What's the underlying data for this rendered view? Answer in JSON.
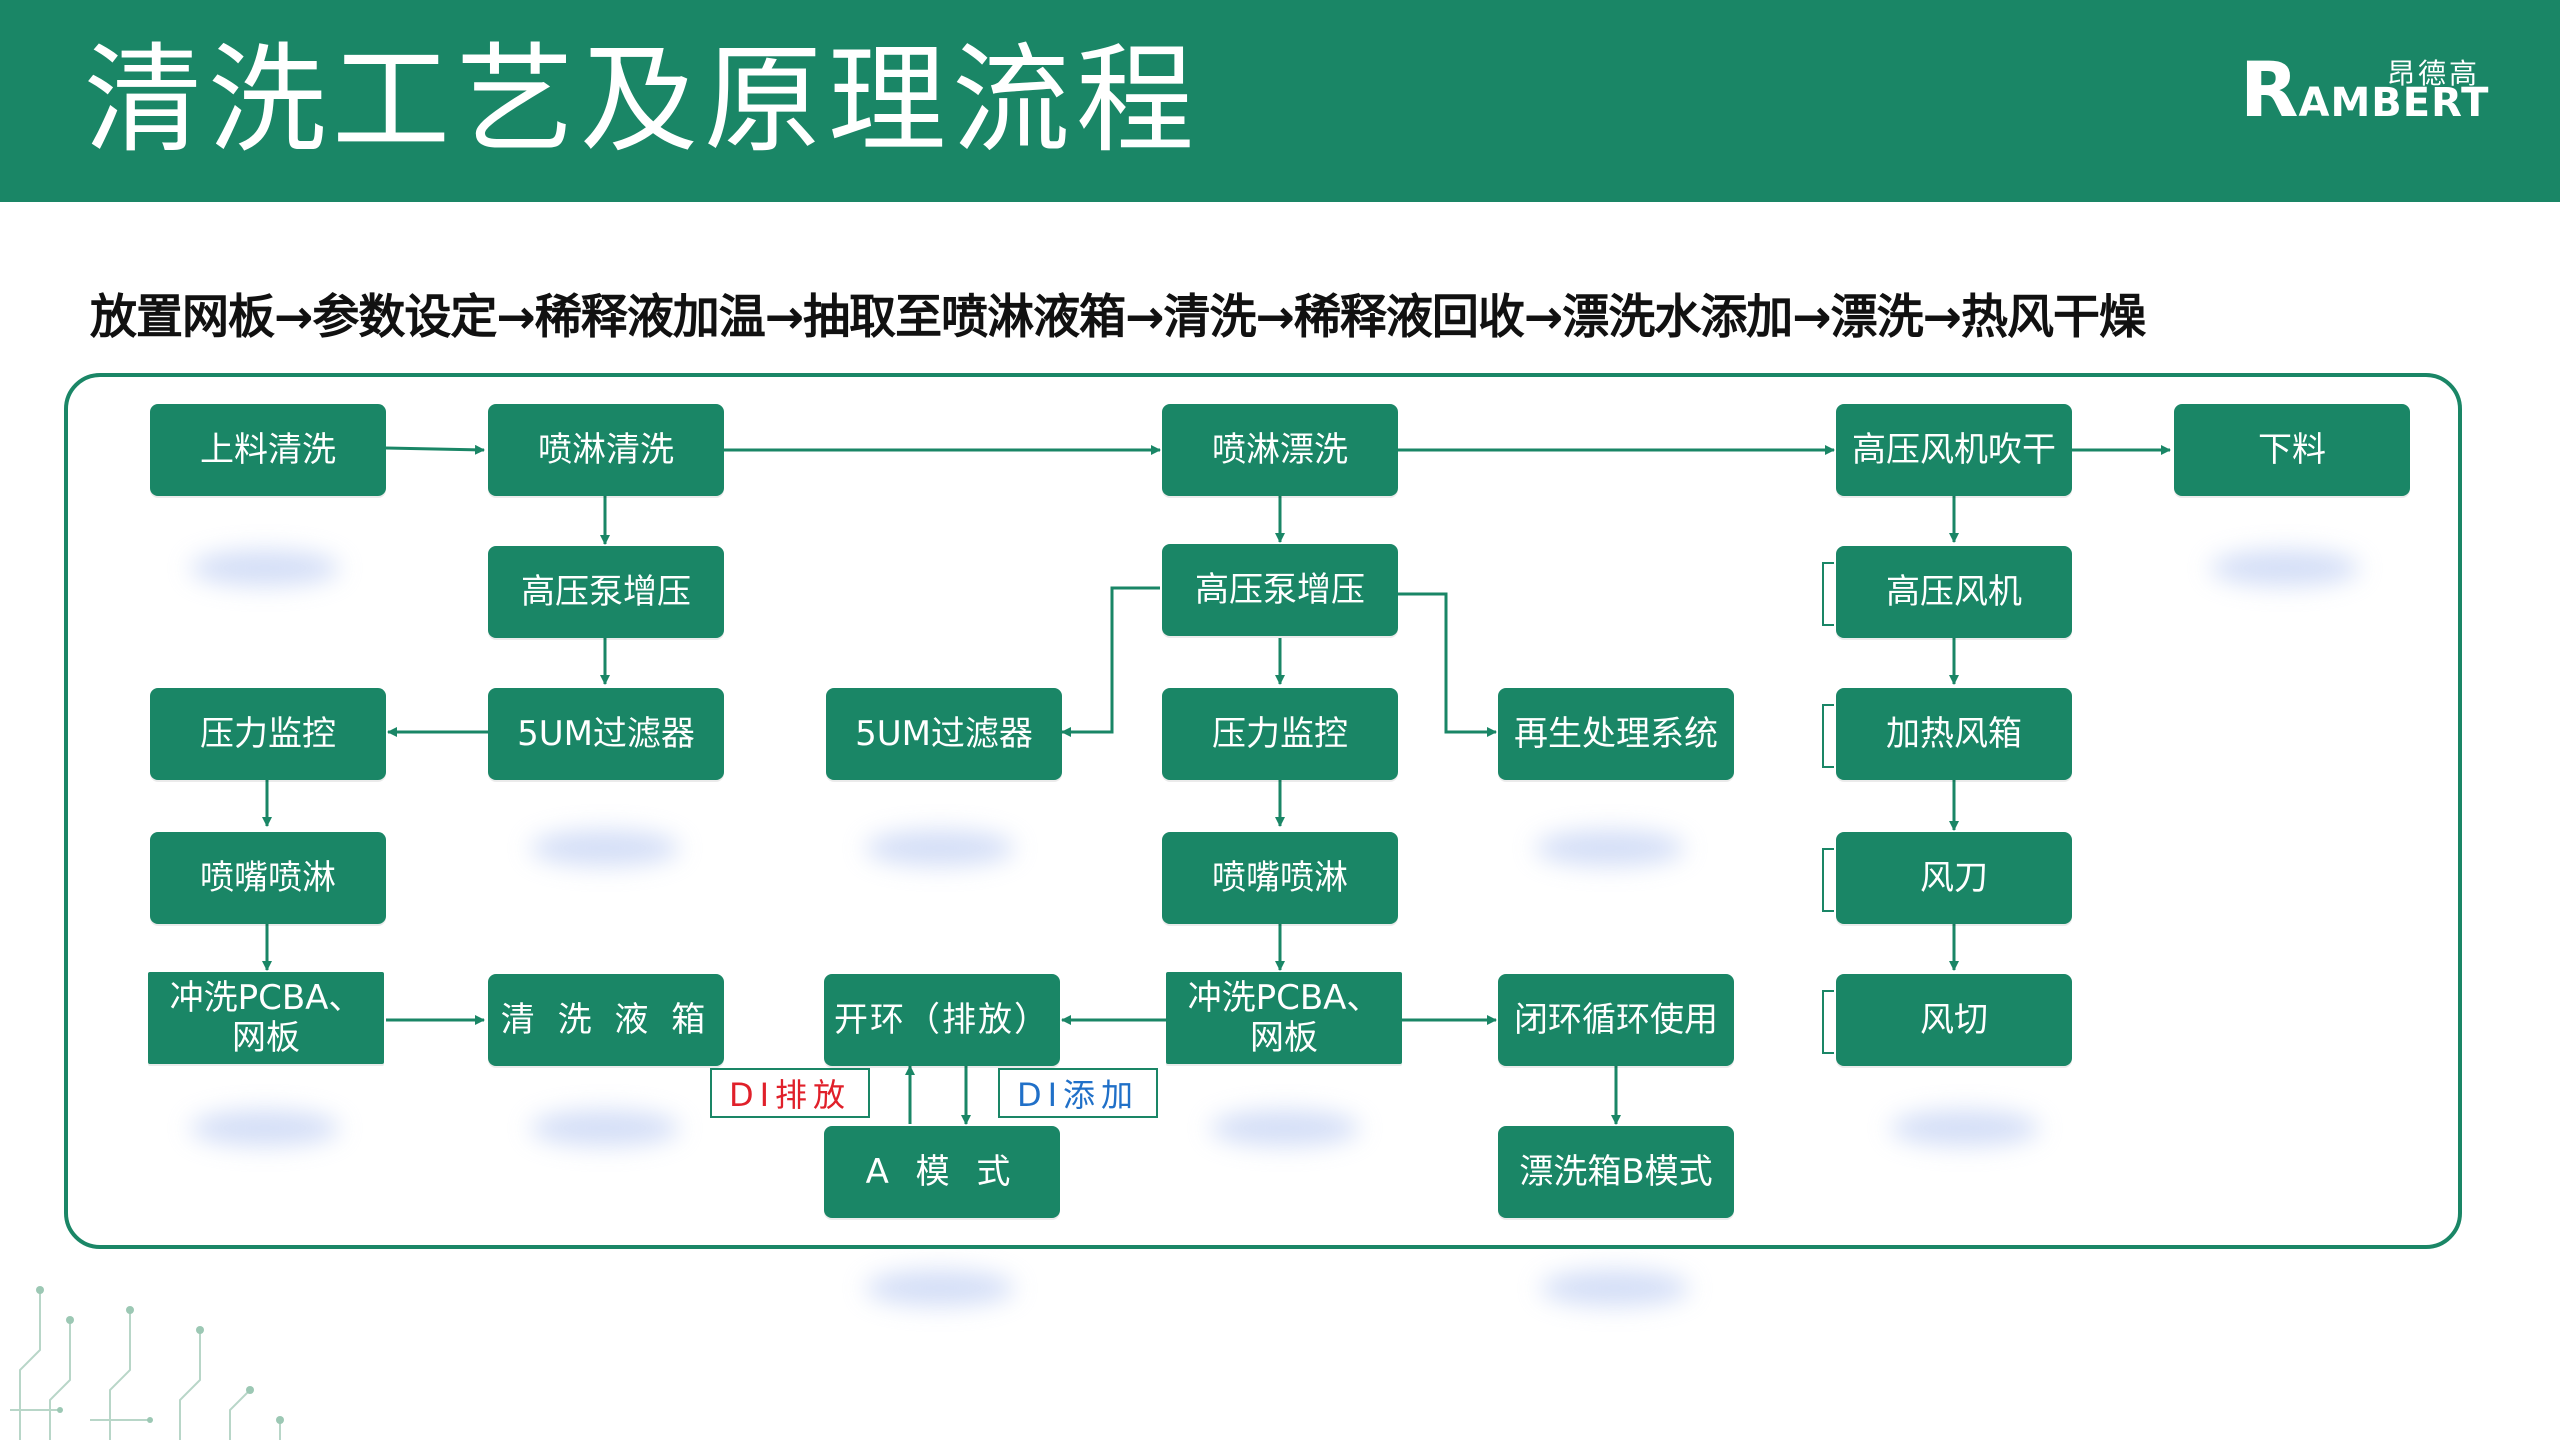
{
  "header": {
    "title": "清洗工艺及原理流程",
    "logo_cn": "昂德高",
    "logo_en_initial": "R",
    "logo_en_rest": "AMBERT"
  },
  "process_summary": "放置网板→参数设定→稀释液加温→抽取至喷淋液箱→清洗→稀释液回收→漂洗水添加→漂洗→热风干燥",
  "nodes": {
    "load_clean": "上料清洗",
    "spray_clean": "喷淋清洗",
    "spray_rinse": "喷淋漂洗",
    "hp_fan_dry": "高压风机吹干",
    "unload": "下料",
    "hp_pump_1": "高压泵增压",
    "hp_pump_2": "高压泵增压",
    "hp_fan": "高压风机",
    "pressure_mon_1": "压力监控",
    "filter_1": "5UM过滤器",
    "filter_2": "5UM过滤器",
    "pressure_mon_2": "压力监控",
    "regen": "再生处理系统",
    "heat_box": "加热风箱",
    "nozzle_1": "喷嘴喷淋",
    "nozzle_2": "喷嘴喷淋",
    "air_knife": "风刀",
    "flush_1": "冲洗PCBA、\n网板",
    "clean_tank": "清 洗 液 箱",
    "open_loop": "开环（排放）",
    "flush_2": "冲洗PCBA、\n网板",
    "closed_loop": "闭环循环使用",
    "air_cut": "风切",
    "mode_a": "A 模 式",
    "rinse_b": "漂洗箱B模式"
  },
  "tags": {
    "di_drain": "DI排放",
    "di_add": "DI添加"
  },
  "colors": {
    "brand_green": "#1a8666",
    "di_drain": "#e0202a",
    "di_add": "#2070c8"
  }
}
